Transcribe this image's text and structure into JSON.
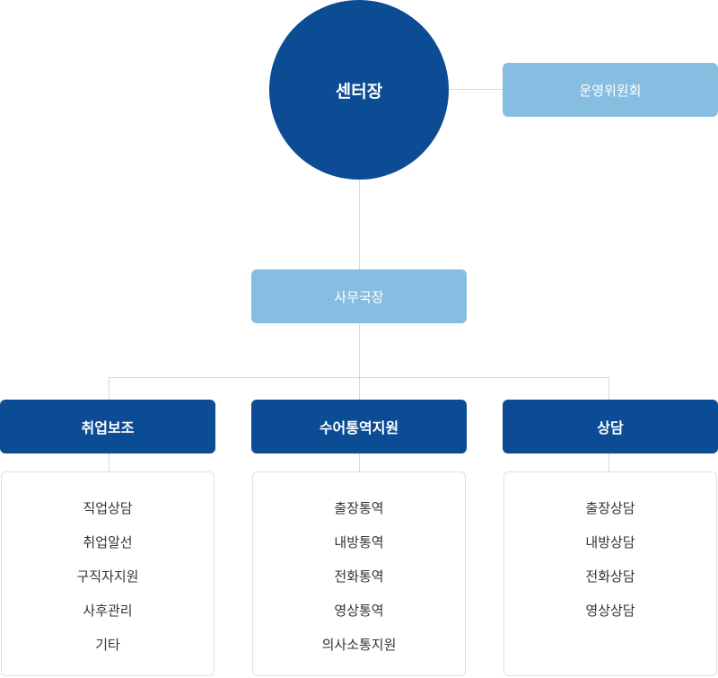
{
  "head": {
    "label": "센터장"
  },
  "committee": {
    "label": "운영위원회"
  },
  "secretary": {
    "label": "사무국장"
  },
  "departments": [
    {
      "label": "취업보조",
      "items": [
        "직업상담",
        "취업알선",
        "구직자지원",
        "사후관리",
        "기타"
      ]
    },
    {
      "label": "수어통역지원",
      "items": [
        "출장통역",
        "내방통역",
        "전화통역",
        "영상통역",
        "의사소통지원"
      ]
    },
    {
      "label": "상담",
      "items": [
        "출장상담",
        "내방상담",
        "전화상담",
        "영상상담"
      ]
    }
  ],
  "colors": {
    "primary": "#0b4c94",
    "secondary": "#87bde0",
    "connector": "#d4d8de"
  }
}
